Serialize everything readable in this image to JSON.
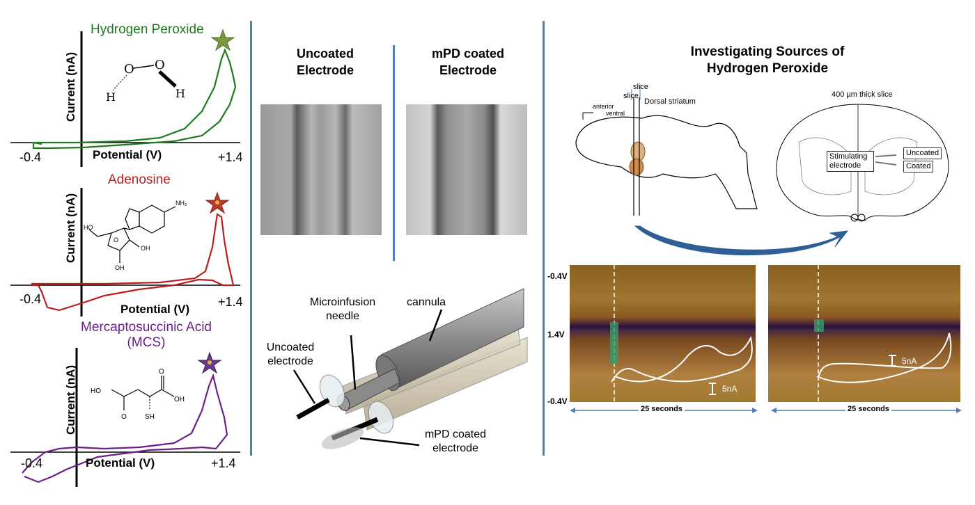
{
  "left": {
    "panels": [
      {
        "title": "Hydrogen Peroxide",
        "ylabel": "Current (nA)",
        "xlabel": "Potential (V)",
        "x_min_label": "-0.4",
        "x_max_label": "+1.4",
        "color": "#1f7a1f",
        "star_color": "#7a9a3a",
        "molecule": {
          "atoms": [
            "O",
            "O",
            "H",
            "H"
          ]
        }
      },
      {
        "title": "Adenosine",
        "ylabel": "Current (nA)",
        "xlabel": "Potential (V)",
        "x_min_label": "-0.4",
        "x_max_label": "+1.4",
        "color": "#b81f1f",
        "star_color": "#b83a2a"
      },
      {
        "title": "Mercaptosuccinic Acid (MCS)",
        "ylabel": "Current (nA)",
        "xlabel": "Potential (V)",
        "x_min_label": "-0.4",
        "x_max_label": "+1.4",
        "color": "#6a1f8a",
        "star_color": "#6a3a8a",
        "molecule": {
          "labels": [
            "HO",
            "OH",
            "SH",
            "O",
            "O"
          ]
        }
      }
    ]
  },
  "middle": {
    "uncoated_title": "Uncoated Electrode",
    "coated_title": "mPD coated Electrode",
    "diagram": {
      "microinfusion": "Microinfusion needle",
      "cannula": "cannula",
      "uncoated": "Uncoated electrode",
      "coated": "mPD coated electrode"
    }
  },
  "right": {
    "title": "Investigating Sources of Hydrogen Peroxide",
    "brain": {
      "slice1": "slice",
      "slice2": "slice",
      "dorsal": "Dorsal striatum",
      "anterior": "anterior",
      "ventral": "ventral",
      "thickness": "400 µm thick slice",
      "stimulating": "Stimulating electrode",
      "uncoated": "Uncoated",
      "coated": "Coated"
    },
    "colorplot": {
      "y_top": "-0.4V",
      "y_mid": "1.4V",
      "y_bottom": "-0.4V",
      "duration_left": "25 seconds",
      "duration_right": "25 seconds",
      "scale_left": "5nA",
      "scale_right": "5nA"
    }
  }
}
